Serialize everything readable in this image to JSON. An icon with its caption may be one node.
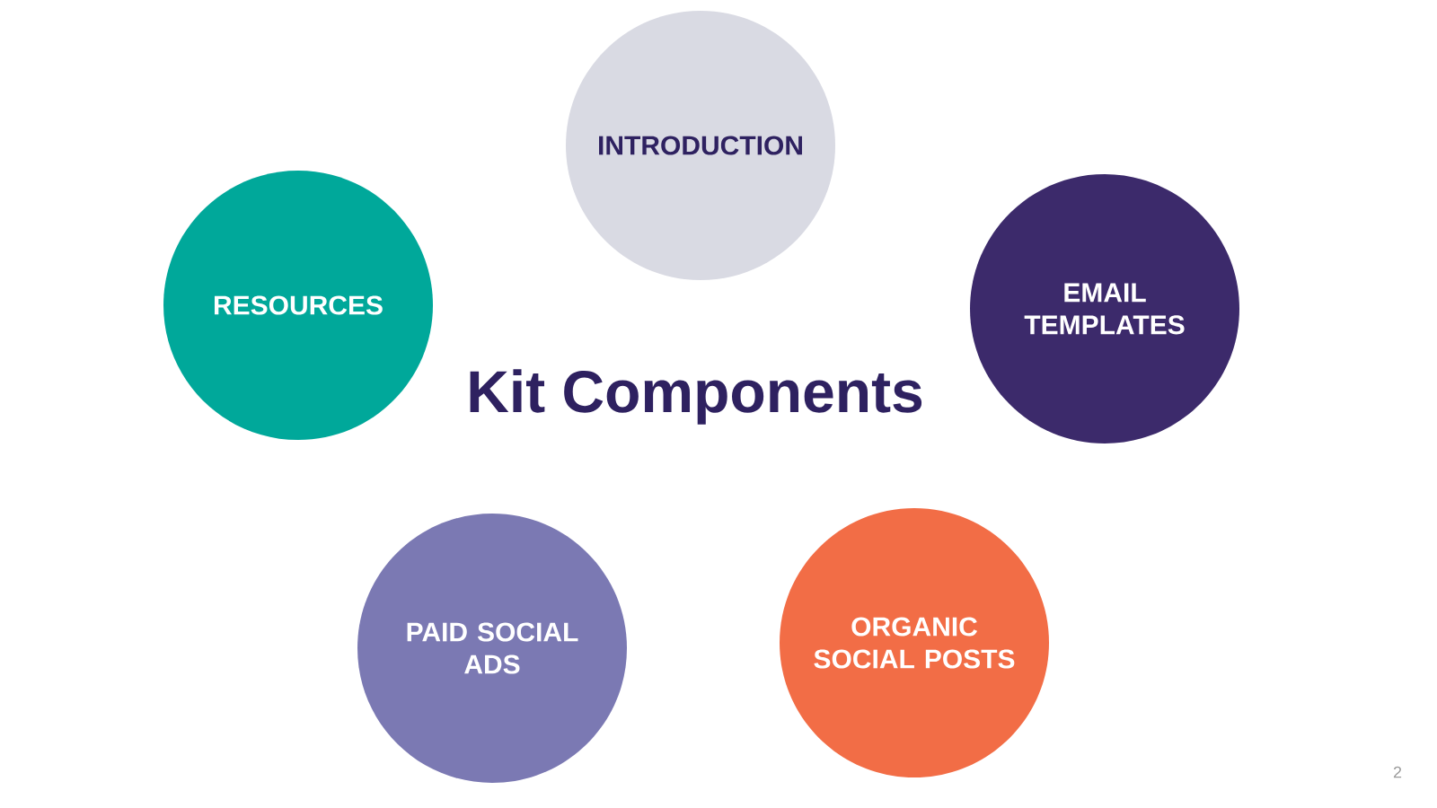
{
  "diagram": {
    "title": "Kit Components",
    "nodes": [
      {
        "text": [
          "INTRODUCTION"
        ]
      },
      {
        "text": [
          "RESOURCES"
        ]
      },
      {
        "text": [
          "EMAIL TEMPLATES"
        ]
      },
      {
        "text": [
          "PAID SOCIAL ADS"
        ]
      },
      {
        "text": [
          "ORGANIC SOCIAL POSTS"
        ]
      }
    ],
    "labels": [
      "2"
    ]
  }
}
